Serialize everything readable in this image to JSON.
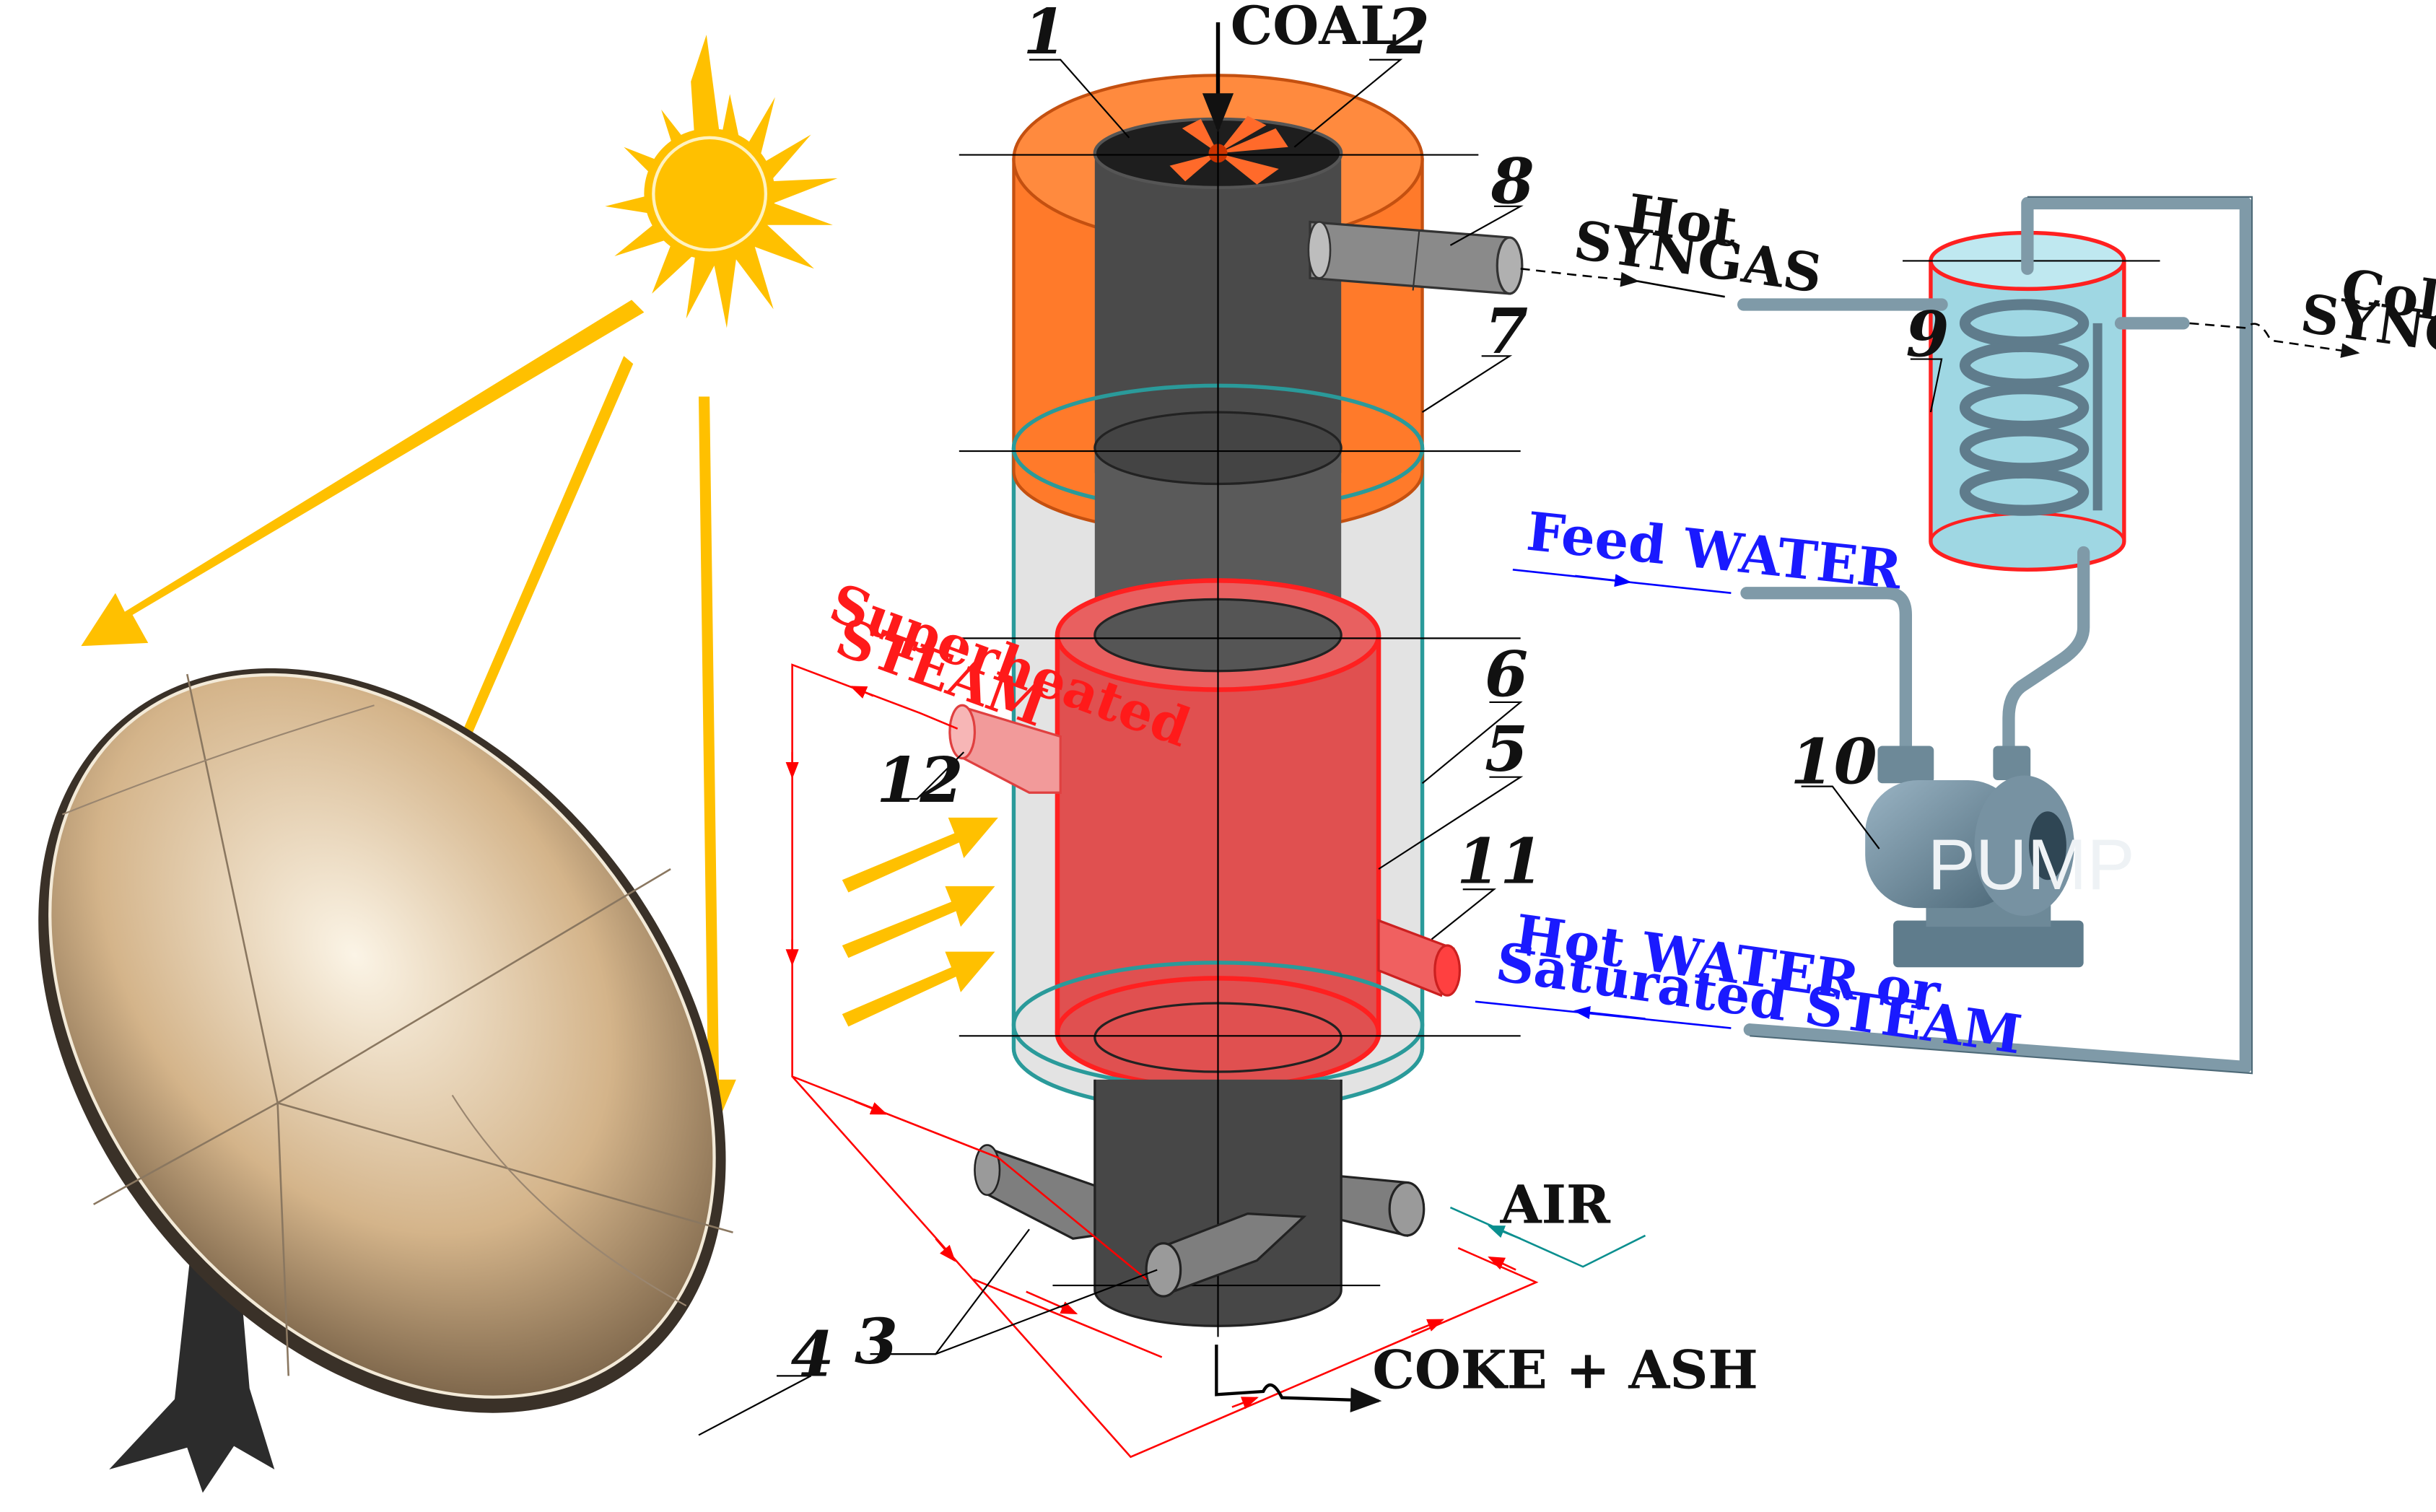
{
  "labels": {
    "coal": "COAL",
    "hot_syngas_1": "Hot",
    "hot_syngas_2": "SYNGAS",
    "cold_syngas_1": "Cold",
    "cold_syngas_2": "SYNGAS",
    "feed_water": "Feed WATER",
    "superheated_1": "Superheated",
    "superheated_2": "STEAM",
    "hot_water_1": "Hot WATER or",
    "hot_water_2": "Saturated STEAM",
    "air": "AIR",
    "coke_ash": "COKE + ASH",
    "pump": "PUMP"
  },
  "numbers": {
    "n1": "1",
    "n2": "2",
    "n3": "3",
    "n4": "4",
    "n5": "5",
    "n6": "6",
    "n7": "7",
    "n8": "8",
    "n9": "9",
    "n10": "10",
    "n11": "11",
    "n12": "12"
  },
  "colors": {
    "sun": "#ffc000",
    "orange_zone": "#ff7a2a",
    "red_zone": "#ff3030",
    "casing": "#e6e6e6",
    "core": "#4a4a4a",
    "pipe": "#7f9aa8",
    "flow_red": "#ff0000",
    "flow_blue": "#0000ff"
  }
}
